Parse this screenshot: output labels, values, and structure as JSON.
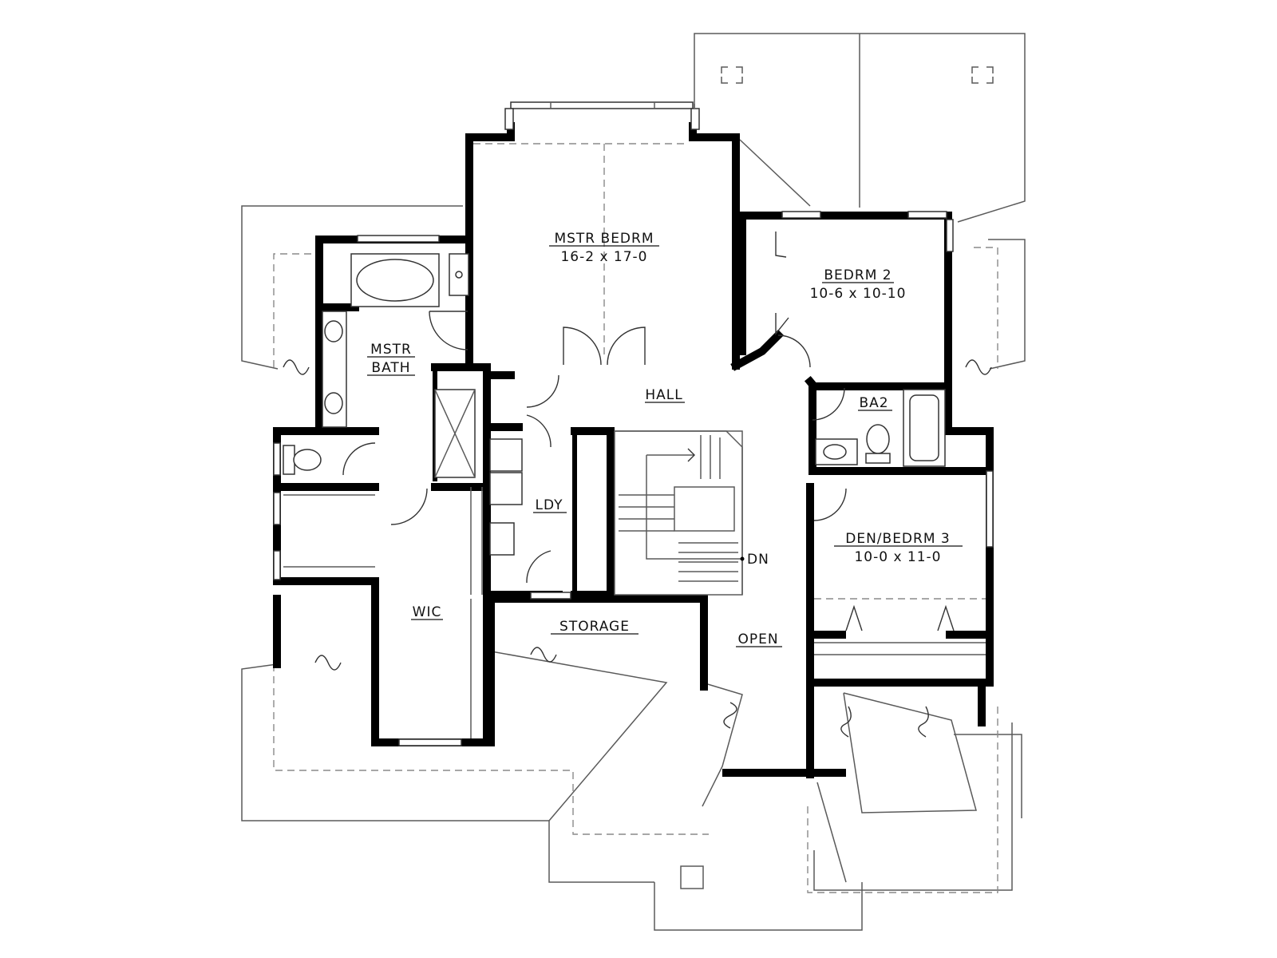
{
  "rooms": {
    "master_bedroom": {
      "name": "MSTR BEDRM",
      "size": "16-2 x 17-0"
    },
    "bedroom_2": {
      "name": "BEDRM 2",
      "size": "10-6 x 10-10"
    },
    "master_bath_line1": "MSTR",
    "master_bath_line2": "BATH",
    "hall": "HALL",
    "bath_2": "BA2",
    "laundry": "LDY",
    "den_bedroom_3": {
      "name": "DEN/BEDRM 3",
      "size": "10-0 x 11-0"
    },
    "walk_in_closet": "WIC",
    "storage": "STORAGE",
    "open": "OPEN"
  },
  "stair_label": "DN"
}
